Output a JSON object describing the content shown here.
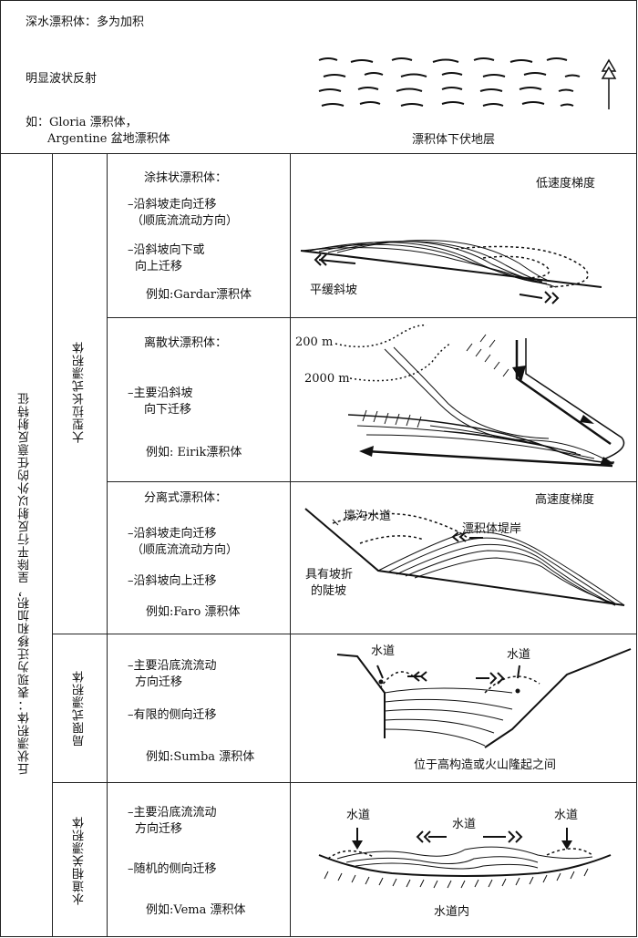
{
  "top": {
    "title": "深水漂积体：多为加积",
    "feature": "明显波状反射",
    "example_line1": "如：Gloria 漂积体，",
    "example_line2": "Argentine 盆地漂积体",
    "figure_caption": "漂积体下伏地层"
  },
  "outer_label": "丘状漂积体：表现为迁移和加积，呈除平行反射以外的任意反射特征",
  "groups": {
    "elongated": "大型拉长式漂积体",
    "confined": "局限式漂积体",
    "channel": "水道相关漂积体"
  },
  "rows": {
    "smeared": {
      "title": "涂抹状漂积体：",
      "item1_line1": "–沿斜坡走向迁移",
      "item1_line2": "（顺底流流动方向）",
      "item2_line1": "–沿斜坡向下或",
      "item2_line2": "向上迁移",
      "example": "例如:Gardar漂积体",
      "fig_label_top": "低速度梯度",
      "fig_label_slope": "平缓斜坡"
    },
    "discrete": {
      "title": "离散状漂积体：",
      "item1_line1": "–主要沿斜坡",
      "item1_line2": "向下迁移",
      "example": "例如: Eirik漂积体",
      "depth1": "200 m",
      "depth2": "2000 m"
    },
    "detached": {
      "title": "分离式漂积体：",
      "item1_line1": "–沿斜坡走向迁移",
      "item1_line2": "（顺底流流动方向）",
      "item2_line1": "–沿斜坡向上迁移",
      "example": "例如:Faro 漂积体",
      "fig_label_top": "高速度梯度",
      "fig_label_moat": "壕沟水道",
      "fig_label_levee": "漂积体堤岸",
      "fig_label_slope1": "具有坡折",
      "fig_label_slope2": "的陡坡"
    },
    "confined": {
      "item1_line1": "–主要沿底流流动",
      "item1_line2": "方向迁移",
      "item2_line1": "–有限的侧向迁移",
      "example": "例如:Sumba 漂积体",
      "channel_left": "水道",
      "channel_right": "水道",
      "caption": "位于高构造或火山隆起之间"
    },
    "channel": {
      "item1_line1": "–主要沿底流流动",
      "item1_line2": "方向迁移",
      "item2_line1": "–随机的侧向迁移",
      "example": "例如:Vema 漂积体",
      "channel_left": "水道",
      "channel_mid": "水道",
      "channel_right": "水道",
      "caption": "水道内"
    }
  }
}
